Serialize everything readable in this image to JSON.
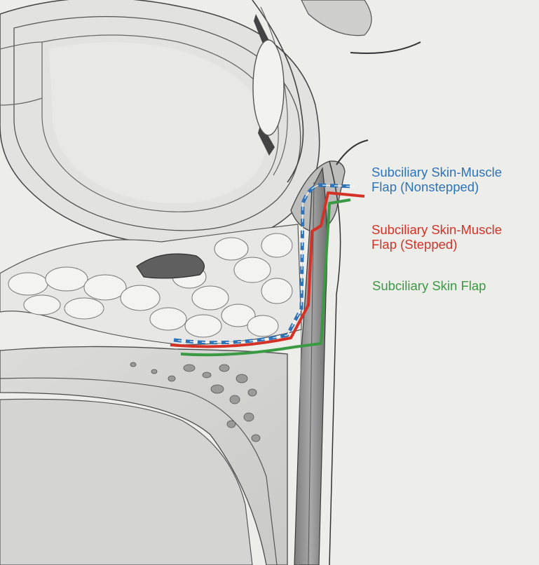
{
  "labels": {
    "nonstepped": {
      "line1": "Subciliary Skin-Muscle",
      "line2": "Flap (Nonstepped)"
    },
    "stepped": {
      "line1": "Subciliary Skin-Muscle",
      "line2": "Flap (Stepped)"
    },
    "skin_flap": {
      "line1": "Subciliary Skin Flap"
    }
  },
  "colors": {
    "nonstepped": "#2e73b8",
    "stepped": "#d43227",
    "skin_flap": "#3a9a44",
    "background": "#ededea"
  }
}
